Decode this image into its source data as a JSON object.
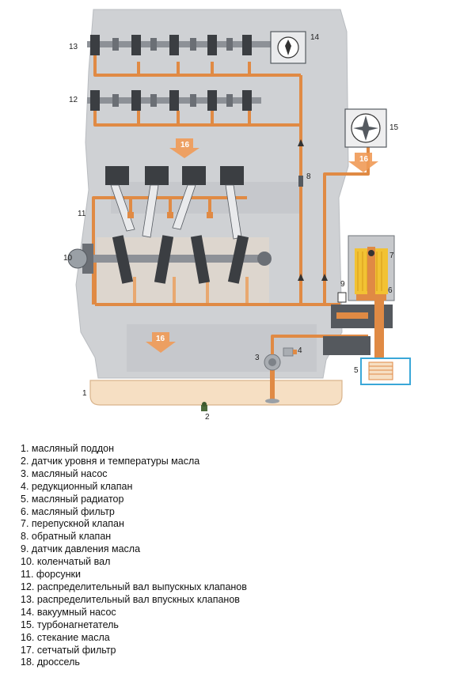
{
  "callouts": {
    "c1": "1",
    "c2": "2",
    "c3": "3",
    "c4": "4",
    "c5": "5",
    "c6": "6",
    "c7": "7",
    "c8": "8",
    "c9": "9",
    "c10": "10",
    "c11": "11",
    "c12": "12",
    "c13": "13",
    "c14": "14",
    "c15": "15",
    "c16a": "16",
    "c16b": "16",
    "c16c": "16"
  },
  "legend": [
    "1. масляный поддон",
    "2. датчик уровня и температуры масла",
    "3. масляный насос",
    "4. редукционный клапан",
    "5. масляный радиатор",
    "6. масляный фильтр",
    "7. перепускной клапан",
    "8. обратный клапан",
    "9. датчик давления масла",
    "10. коленчатый вал",
    "11. форсунки",
    "12. распределительный вал выпускных клапанов",
    "13. распределительный вал впускных клапанов",
    "14. вакуумный насос",
    "15. турбонагнетатель",
    "16. стекание масла",
    "17. сетчатый фильтр",
    "18. дроссель"
  ],
  "colors": {
    "oil_line": "#e08a44",
    "oil_fill": "#f6dfc3",
    "engine_bg": "#cfd1d4",
    "arrow": "#ef9a56",
    "cooler": "#3aa7d8"
  }
}
